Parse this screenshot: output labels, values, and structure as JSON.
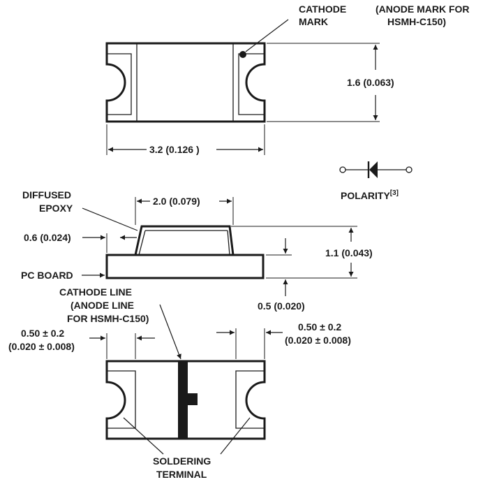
{
  "labels": {
    "cathode_mark_1": "CATHODE",
    "cathode_mark_2": "MARK",
    "anode_mark_1": "(ANODE MARK FOR",
    "anode_mark_2": "HSMH-C150)",
    "height_dim": "1.6 (0.063)",
    "length_dim": "3.2 (0.126 )",
    "polarity": "POLARITY",
    "polarity_ref": "[3]",
    "diffused_1": "DIFFUSED",
    "diffused_2": "EPOXY",
    "top_width_dim": "2.0 (0.079)",
    "side_dim": "0.6 (0.024)",
    "total_height_dim": "1.1 (0.043)",
    "pc_board": "PC BOARD",
    "board_dim": "0.5 (0.020)",
    "cathode_line_1": "CATHODE LINE",
    "cathode_line_2": "(ANODE LINE",
    "cathode_line_3": "FOR HSMH-C150)",
    "left_term_dim_1": "0.50 ± 0.2",
    "left_term_dim_2": "(0.020 ± 0.008)",
    "right_term_dim_1": "0.50 ± 0.2",
    "right_term_dim_2": "(0.020 ± 0.008)",
    "soldering_1": "SOLDERING",
    "soldering_2": "TERMINAL"
  },
  "colors": {
    "ink": "#1a1a1a",
    "background": "#ffffff"
  }
}
